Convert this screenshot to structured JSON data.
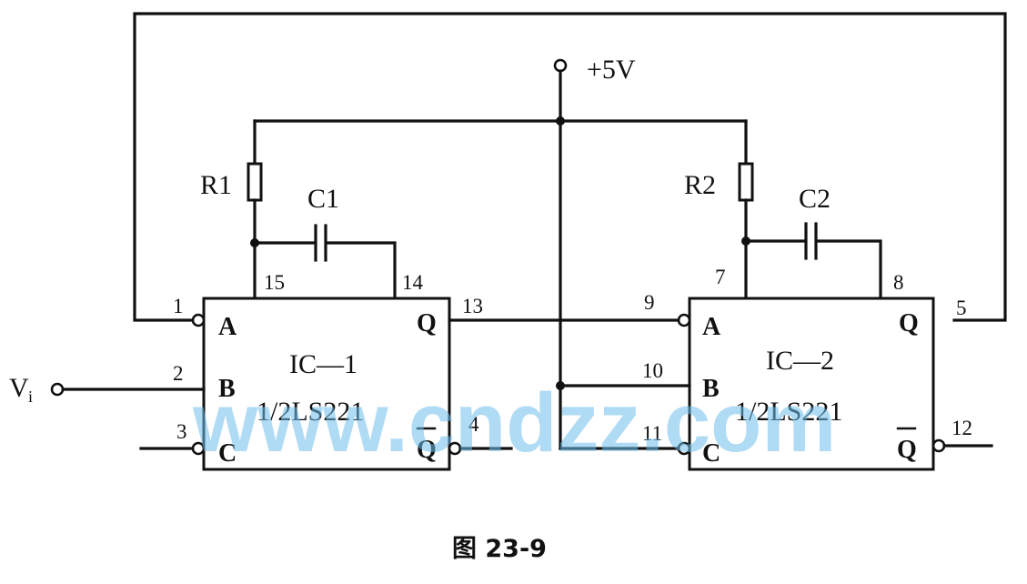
{
  "supply": {
    "label": "+5V"
  },
  "input": {
    "label": "V",
    "subscript": "i"
  },
  "components": {
    "r1": "R1",
    "r2": "R2",
    "c1": "C1",
    "c2": "C2"
  },
  "ic1": {
    "name": "IC—1",
    "part": "1/2LS221",
    "ports": {
      "a": "A",
      "b": "B",
      "c": "C",
      "q": "Q",
      "qbar": "Q"
    },
    "pins": {
      "a": "1",
      "b": "2",
      "c": "3",
      "qbar": "4",
      "q": "13",
      "rext": "15",
      "cext": "14"
    }
  },
  "ic2": {
    "name": "IC—2",
    "part": "1/2LS221",
    "ports": {
      "a": "A",
      "b": "B",
      "c": "C",
      "q": "Q",
      "qbar": "Q"
    },
    "pins": {
      "a": "9",
      "b": "10",
      "c": "11",
      "q": "5",
      "qbar": "12",
      "rext": "7",
      "cext": "8"
    }
  },
  "watermark": "www.cndzz.com",
  "caption": "图 23-9"
}
